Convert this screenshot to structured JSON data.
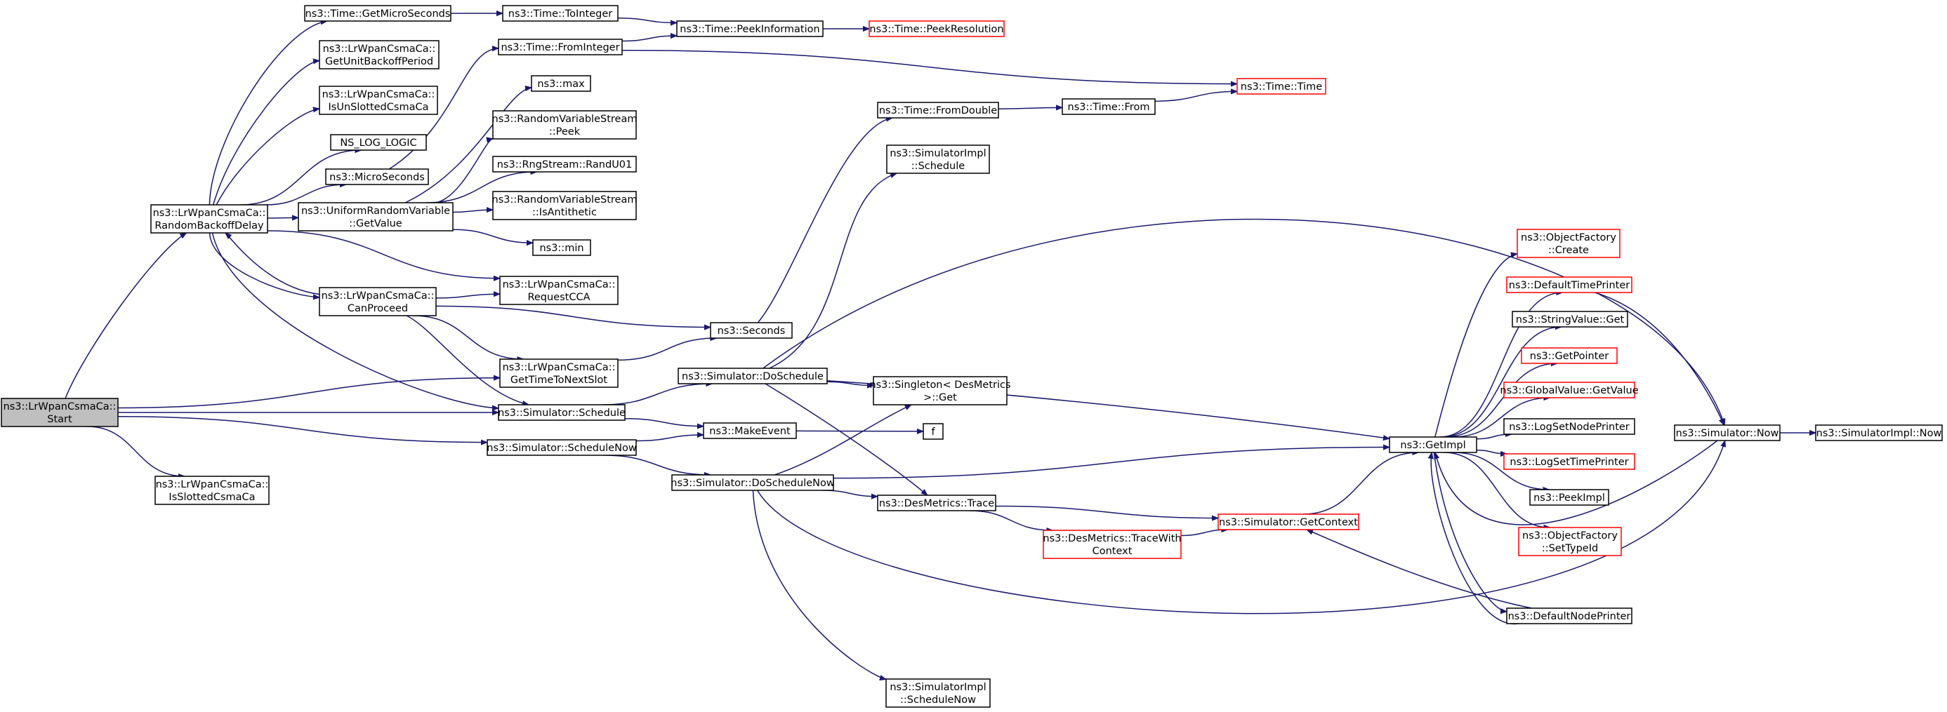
{
  "nodes": [
    {
      "id": "start",
      "lines": [
        "ns3::LrWpanCsmaCa::",
        "Start"
      ],
      "root": true
    },
    {
      "id": "isslotted",
      "lines": [
        "ns3::LrWpanCsmaCa::",
        "IsSlottedCsmaCa"
      ]
    },
    {
      "id": "rbd",
      "lines": [
        "ns3::LrWpanCsmaCa::",
        "RandomBackoffDelay"
      ]
    },
    {
      "id": "getmicro",
      "lines": [
        "ns3::Time::GetMicroSeconds"
      ]
    },
    {
      "id": "getunit",
      "lines": [
        "ns3::LrWpanCsmaCa::",
        "GetUnitBackoffPeriod"
      ]
    },
    {
      "id": "isunslotted",
      "lines": [
        "ns3::LrWpanCsmaCa::",
        "IsUnSlottedCsmaCa"
      ]
    },
    {
      "id": "nslog",
      "lines": [
        "NS_LOG_LOGIC"
      ]
    },
    {
      "id": "micro",
      "lines": [
        "ns3::MicroSeconds"
      ]
    },
    {
      "id": "urvget",
      "lines": [
        "ns3::UniformRandomVariable",
        "::GetValue"
      ]
    },
    {
      "id": "canproceed",
      "lines": [
        "ns3::LrWpanCsmaCa::",
        "CanProceed"
      ]
    },
    {
      "id": "toint",
      "lines": [
        "ns3::Time::ToInteger"
      ]
    },
    {
      "id": "fromint",
      "lines": [
        "ns3::Time::FromInteger"
      ]
    },
    {
      "id": "max",
      "lines": [
        "ns3::max"
      ]
    },
    {
      "id": "rvspeek",
      "lines": [
        "ns3::RandomVariableStream",
        "::Peek"
      ]
    },
    {
      "id": "randu01",
      "lines": [
        "ns3::RngStream::RandU01"
      ]
    },
    {
      "id": "isanti",
      "lines": [
        "ns3::RandomVariableStream",
        "::IsAntithetic"
      ]
    },
    {
      "id": "min",
      "lines": [
        "ns3::min"
      ]
    },
    {
      "id": "reqcca",
      "lines": [
        "ns3::LrWpanCsmaCa::",
        "RequestCCA"
      ]
    },
    {
      "id": "gettonext",
      "lines": [
        "ns3::LrWpanCsmaCa::",
        "GetTimeToNextSlot"
      ]
    },
    {
      "id": "schedule",
      "lines": [
        "ns3::Simulator::Schedule"
      ]
    },
    {
      "id": "schednow",
      "lines": [
        "ns3::Simulator::ScheduleNow"
      ]
    },
    {
      "id": "peekinfo",
      "lines": [
        "ns3::Time::PeekInformation"
      ]
    },
    {
      "id": "peekres",
      "lines": [
        "ns3::Time::PeekResolution"
      ],
      "red": true
    },
    {
      "id": "ttime",
      "lines": [
        "ns3::Time::Time"
      ],
      "red": true
    },
    {
      "id": "fromdouble",
      "lines": [
        "ns3::Time::FromDouble"
      ]
    },
    {
      "id": "tfrom",
      "lines": [
        "ns3::Time::From"
      ]
    },
    {
      "id": "simimplsched",
      "lines": [
        "ns3::SimulatorImpl",
        "::Schedule"
      ]
    },
    {
      "id": "seconds",
      "lines": [
        "ns3::Seconds"
      ]
    },
    {
      "id": "dosched",
      "lines": [
        "ns3::Simulator::DoSchedule"
      ]
    },
    {
      "id": "singleton",
      "lines": [
        "ns3::Singleton< DesMetrics",
        ">::Get"
      ]
    },
    {
      "id": "makeevent",
      "lines": [
        "ns3::MakeEvent"
      ]
    },
    {
      "id": "f",
      "lines": [
        "f"
      ]
    },
    {
      "id": "doschednow",
      "lines": [
        "ns3::Simulator::DoScheduleNow"
      ]
    },
    {
      "id": "destrace",
      "lines": [
        "ns3::DesMetrics::Trace"
      ]
    },
    {
      "id": "destracectx",
      "lines": [
        "ns3::DesMetrics::TraceWith",
        "Context"
      ],
      "red": true
    },
    {
      "id": "getcontext",
      "lines": [
        "ns3::Simulator::GetContext"
      ],
      "red": true
    },
    {
      "id": "simimplschednow",
      "lines": [
        "ns3::SimulatorImpl",
        "::ScheduleNow"
      ]
    },
    {
      "id": "getimpl",
      "lines": [
        "ns3::GetImpl"
      ]
    },
    {
      "id": "ofcreate",
      "lines": [
        "ns3::ObjectFactory",
        "::Create"
      ],
      "red": true
    },
    {
      "id": "deftimeprinter",
      "lines": [
        "ns3::DefaultTimePrinter"
      ],
      "red": true
    },
    {
      "id": "strget",
      "lines": [
        "ns3::StringValue::Get"
      ]
    },
    {
      "id": "getpointer",
      "lines": [
        "ns3::GetPointer"
      ],
      "red": true
    },
    {
      "id": "gvget",
      "lines": [
        "ns3::GlobalValue::GetValue"
      ],
      "red": true
    },
    {
      "id": "lognode",
      "lines": [
        "ns3::LogSetNodePrinter"
      ]
    },
    {
      "id": "logtime",
      "lines": [
        "ns3::LogSetTimePrinter"
      ],
      "red": true
    },
    {
      "id": "peekimpl",
      "lines": [
        "ns3::PeekImpl"
      ]
    },
    {
      "id": "ofsettype",
      "lines": [
        "ns3::ObjectFactory",
        "::SetTypeId"
      ],
      "red": true
    },
    {
      "id": "defnodeprinter",
      "lines": [
        "ns3::DefaultNodePrinter"
      ]
    },
    {
      "id": "simnow",
      "lines": [
        "ns3::Simulator::Now"
      ]
    },
    {
      "id": "simimplnow",
      "lines": [
        "ns3::SimulatorImpl::Now"
      ]
    }
  ],
  "edges": [
    [
      "start",
      "rbd"
    ],
    [
      "start",
      "isslotted"
    ],
    [
      "start",
      "gettonext"
    ],
    [
      "start",
      "schedule"
    ],
    [
      "start",
      "schednow"
    ],
    [
      "rbd",
      "getmicro"
    ],
    [
      "rbd",
      "getunit"
    ],
    [
      "rbd",
      "isunslotted"
    ],
    [
      "rbd",
      "nslog"
    ],
    [
      "rbd",
      "micro"
    ],
    [
      "rbd",
      "urvget"
    ],
    [
      "rbd",
      "canproceed"
    ],
    [
      "rbd",
      "reqcca"
    ],
    [
      "rbd",
      "schedule"
    ],
    [
      "canproceed",
      "rbd"
    ],
    [
      "canproceed",
      "reqcca"
    ],
    [
      "canproceed",
      "gettonext"
    ],
    [
      "canproceed",
      "schedule"
    ],
    [
      "canproceed",
      "seconds"
    ],
    [
      "getmicro",
      "toint"
    ],
    [
      "toint",
      "peekinfo"
    ],
    [
      "peekinfo",
      "peekres"
    ],
    [
      "fromint",
      "peekinfo"
    ],
    [
      "fromint",
      "ttime"
    ],
    [
      "micro",
      "fromint"
    ],
    [
      "urvget",
      "max"
    ],
    [
      "urvget",
      "rvspeek"
    ],
    [
      "urvget",
      "randu01"
    ],
    [
      "urvget",
      "isanti"
    ],
    [
      "urvget",
      "min"
    ],
    [
      "gettonext",
      "seconds"
    ],
    [
      "seconds",
      "fromdouble"
    ],
    [
      "fromdouble",
      "tfrom"
    ],
    [
      "tfrom",
      "ttime"
    ],
    [
      "schedule",
      "dosched"
    ],
    [
      "schedule",
      "makeevent"
    ],
    [
      "schednow",
      "makeevent"
    ],
    [
      "schednow",
      "doschednow"
    ],
    [
      "makeevent",
      "f"
    ],
    [
      "dosched",
      "simimplsched"
    ],
    [
      "dosched",
      "simnow"
    ],
    [
      "dosched",
      "singleton"
    ],
    [
      "dosched",
      "destrace"
    ],
    [
      "dosched",
      "getimpl"
    ],
    [
      "doschednow",
      "singleton"
    ],
    [
      "doschednow",
      "destrace"
    ],
    [
      "doschednow",
      "getimpl"
    ],
    [
      "doschednow",
      "simimplschednow"
    ],
    [
      "doschednow",
      "simnow"
    ],
    [
      "destrace",
      "getcontext"
    ],
    [
      "destrace",
      "destracectx"
    ],
    [
      "destracectx",
      "getcontext"
    ],
    [
      "getcontext",
      "getimpl"
    ],
    [
      "getimpl",
      "ofcreate"
    ],
    [
      "getimpl",
      "deftimeprinter"
    ],
    [
      "getimpl",
      "strget"
    ],
    [
      "getimpl",
      "getpointer"
    ],
    [
      "getimpl",
      "gvget"
    ],
    [
      "getimpl",
      "lognode"
    ],
    [
      "getimpl",
      "logtime"
    ],
    [
      "getimpl",
      "peekimpl"
    ],
    [
      "getimpl",
      "ofsettype"
    ],
    [
      "getimpl",
      "defnodeprinter"
    ],
    [
      "defnodeprinter",
      "getcontext"
    ],
    [
      "defnodeprinter",
      "getimpl"
    ],
    [
      "deftimeprinter",
      "simnow"
    ],
    [
      "simnow",
      "getimpl"
    ],
    [
      "simnow",
      "simimplnow"
    ]
  ],
  "colors": {
    "edge": "#191970",
    "node_border": "#000000",
    "node_border_incomplete": "#ff0000",
    "root_fill": "#bfbfbf"
  }
}
